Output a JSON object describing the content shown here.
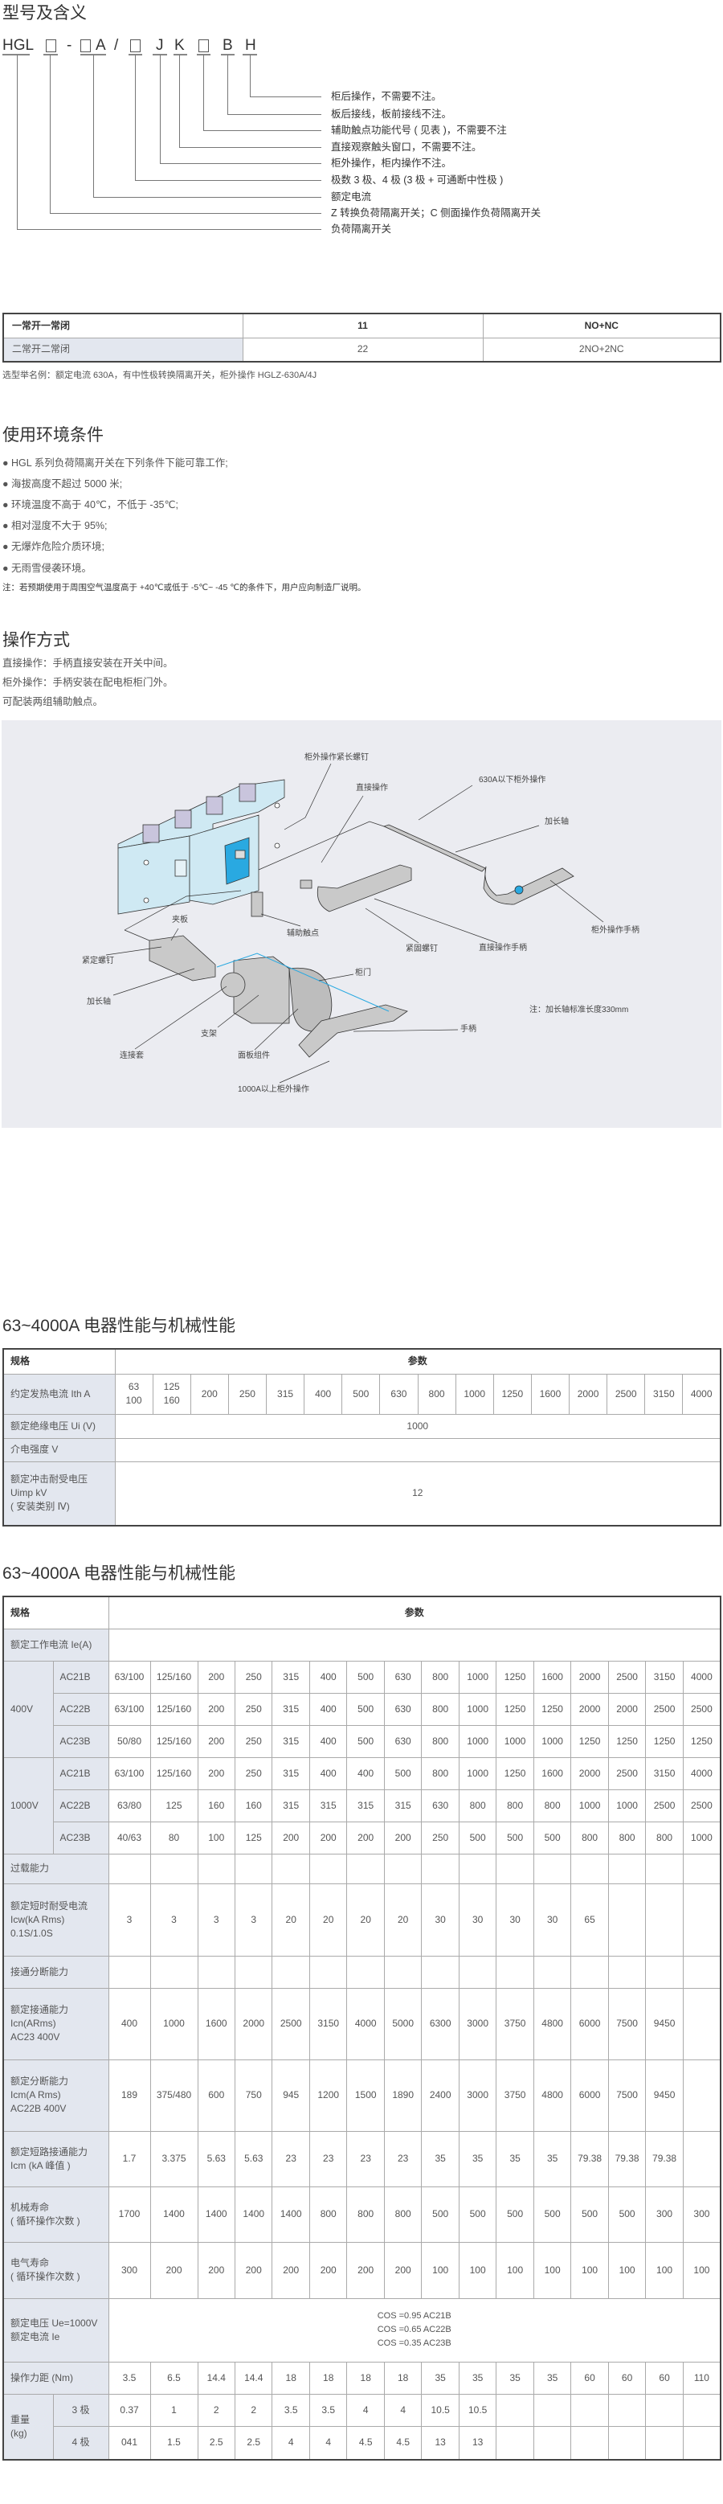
{
  "model": {
    "title": "型号及含义",
    "code": [
      "HGL",
      "□",
      "-",
      "□",
      "A",
      "/",
      "□",
      "J",
      "K",
      "□",
      "B",
      "H"
    ],
    "meanings": [
      "柜后操作，不需要不注。",
      "板后接线，板前接线不注。",
      "辅助触点功能代号 ( 见表 )，不需要不注",
      "直接观察触头窗口，不需要不注。",
      "柜外操作，柜内操作不注。",
      "极数 3 极、4 极 (3 极 + 可通断中性极 )",
      "额定电流",
      "Z 转换负荷隔离开关；C 侧面操作负荷隔离开关",
      "负荷隔离开关"
    ]
  },
  "aux_table": {
    "rows": [
      [
        "一常开一常闭",
        "11",
        "NO+NC"
      ],
      [
        "二常开二常闭",
        "22",
        "2NO+2NC"
      ]
    ],
    "note": "选型举名例：额定电流 630A，有中性极转换隔离开关，柜外操作 HGLZ-630A/4J"
  },
  "environment": {
    "title": "使用环境条件",
    "items": [
      "HGL 系列负荷隔离开关在下列条件下能可靠工作;",
      "海拔高度不超过 5000 米;",
      "环境温度不高于 40℃，不低于 -35℃;",
      "相对湿度不大于 95%;",
      "无爆炸危险介质环境;",
      "无雨雪侵袭环境。"
    ],
    "note": "注：若预期使用于周围空气温度高于 +40℃或低于 -5℃~ -45 ℃的条件下，用户应向制造厂说明。"
  },
  "operation": {
    "title": "操作方式",
    "lines": [
      "直接操作：手柄直接安装在开关中间。",
      "柜外操作：手柄安装在配电柜柜门外。",
      "可配装两组辅助触点。"
    ]
  },
  "diagram": {
    "labels": {
      "screw_long": "柜外操作紧长螺钉",
      "direct_op": "直接操作",
      "below630": "630A以下柜外操作",
      "ext_shaft": "加长轴",
      "clamp": "夹板",
      "aux_contact": "辅助触点",
      "ext_handle": "柜外操作手柄",
      "fix_screw": "紧固螺钉",
      "direct_handle": "直接操作手柄",
      "set_screw": "紧定螺钉",
      "door": "柜门",
      "ext_shaft2": "加长轴",
      "note": "注：加长轴标准长度330mm",
      "handle": "手柄",
      "bracket": "支架",
      "coupling": "连接套",
      "panel": "面板组件",
      "above1000": "1000A以上柜外操作"
    },
    "colors": {
      "body": "#cfe9f3",
      "terminal": "#c9c5dd",
      "part": "#c9c9c9",
      "accent": "#29a9e1",
      "bg": "#ebecf1"
    }
  },
  "perf1": {
    "title": "63~4000A 电器性能与机械性能",
    "header": [
      "规格",
      "参数"
    ],
    "ith_label": "约定发热电流 Ith A",
    "ith": [
      "63\n100",
      "125\n160",
      "200",
      "250",
      "315",
      "400",
      "500",
      "630",
      "800",
      "1000",
      "1250",
      "1600",
      "2000",
      "2500",
      "3150",
      "4000"
    ],
    "ui_label": "额定绝缘电压 Ui (V)",
    "ui": "1000",
    "diel_label": "介电强度 V",
    "diel": "",
    "uimp_label": "额定冲击耐受电压\nUimp kV\n( 安装类别 Ⅳ)",
    "uimp": "12"
  },
  "perf2": {
    "title": "63~4000A 电器性能与机械性能",
    "header": [
      "规格",
      "参数"
    ],
    "ie_label": "额定工作电流 Ie(A)",
    "groups": [
      {
        "voltage": "400V",
        "rows": [
          {
            "cat": "AC21B",
            "v": [
              "63/100",
              "125/160",
              "200",
              "250",
              "315",
              "400",
              "500",
              "630",
              "800",
              "1000",
              "1250",
              "1600",
              "2000",
              "2500",
              "3150",
              "4000"
            ]
          },
          {
            "cat": "AC22B",
            "v": [
              "63/100",
              "125/160",
              "200",
              "250",
              "315",
              "400",
              "500",
              "630",
              "800",
              "1000",
              "1250",
              "1250",
              "2000",
              "2000",
              "2500",
              "2500"
            ]
          },
          {
            "cat": "AC23B",
            "v": [
              "50/80",
              "125/160",
              "200",
              "250",
              "315",
              "400",
              "500",
              "630",
              "800",
              "1000",
              "1000",
              "1000",
              "1250",
              "1250",
              "1250",
              "1250"
            ]
          }
        ]
      },
      {
        "voltage": "1000V",
        "rows": [
          {
            "cat": "AC21B",
            "v": [
              "63/100",
              "125/160",
              "200",
              "250",
              "315",
              "400",
              "400",
              "500",
              "800",
              "1000",
              "1250",
              "1600",
              "2000",
              "2500",
              "3150",
              "4000"
            ]
          },
          {
            "cat": "AC22B",
            "v": [
              "63/80",
              "125",
              "160",
              "160",
              "315",
              "315",
              "315",
              "315",
              "630",
              "800",
              "800",
              "800",
              "1000",
              "1000",
              "2500",
              "2500"
            ]
          },
          {
            "cat": "AC23B",
            "v": [
              "40/63",
              "80",
              "100",
              "125",
              "200",
              "200",
              "200",
              "200",
              "250",
              "500",
              "500",
              "500",
              "800",
              "800",
              "800",
              "1000"
            ]
          }
        ]
      }
    ],
    "rows": [
      {
        "label": "过载能力",
        "v": [
          "",
          "",
          "",
          "",
          "",
          "",
          "",
          "",
          "",
          "",
          "",
          "",
          "",
          "",
          "",
          ""
        ],
        "h": 37
      },
      {
        "label": "额定短时耐受电流\nIcw(kA Rms)\n0.1S/1.0S",
        "v": [
          "3",
          "3",
          "3",
          "3",
          "20",
          "20",
          "20",
          "20",
          "30",
          "30",
          "30",
          "30",
          "65",
          "",
          "",
          ""
        ],
        "h": 90
      },
      {
        "label": "接通分断能力",
        "v": [
          "",
          "",
          "",
          "",
          "",
          "",
          "",
          "",
          "",
          "",
          "",
          "",
          "",
          "",
          "",
          ""
        ],
        "h": 40
      },
      {
        "label": "额定接通能力\nIcn(ARms)\nAC23 400V",
        "v": [
          "400",
          "1000",
          "1600",
          "2000",
          "2500",
          "3150",
          "4000",
          "5000",
          "6300",
          "3000",
          "3750",
          "4800",
          "6000",
          "7500",
          "9450",
          ""
        ],
        "h": 89
      },
      {
        "label": "额定分断能力\nIcm(A Rms)\nAC22B 400V",
        "v": [
          "189",
          "375/480",
          "600",
          "750",
          "945",
          "1200",
          "1500",
          "1890",
          "2400",
          "3000",
          "3750",
          "4800",
          "6000",
          "7500",
          "9450",
          ""
        ],
        "h": 89
      },
      {
        "label": "额定短路接通能力\nIcm (kA 峰值 )",
        "v": [
          "1.7",
          "3.375",
          "5.63",
          "5.63",
          "23",
          "23",
          "23",
          "23",
          "35",
          "35",
          "35",
          "35",
          "79.38",
          "79.38",
          "79.38",
          ""
        ],
        "h": 69
      },
      {
        "label": "机械寿命\n( 循环操作次数 )",
        "v": [
          "1700",
          "1400",
          "1400",
          "1400",
          "1400",
          "800",
          "800",
          "800",
          "500",
          "500",
          "500",
          "500",
          "500",
          "500",
          "300",
          "300"
        ],
        "h": 69
      },
      {
        "label": "电气寿命\n( 循环操作次数 )",
        "v": [
          "300",
          "200",
          "200",
          "200",
          "200",
          "200",
          "200",
          "200",
          "100",
          "100",
          "100",
          "100",
          "100",
          "100",
          "100",
          "100"
        ],
        "h": 70
      }
    ],
    "cos_label": "额定电压 Ue=1000V\n额定电流 Ie",
    "cos": "COS =0.95 AC21B\nCOS =0.65 AC22B\nCOS =0.35 AC23B",
    "torque_label": "操作力距 (Nm)",
    "torque": [
      "3.5",
      "6.5",
      "14.4",
      "14.4",
      "18",
      "18",
      "18",
      "18",
      "35",
      "35",
      "35",
      "35",
      "60",
      "60",
      "60",
      "110"
    ],
    "weight_label": "重量\n(kg)",
    "weights": [
      {
        "poles": "3 极",
        "v": [
          "0.37",
          "1",
          "2",
          "2",
          "3.5",
          "3.5",
          "4",
          "4",
          "10.5",
          "10.5",
          "",
          "",
          "",
          "",
          "",
          ""
        ]
      },
      {
        "poles": "4 极",
        "v": [
          "041",
          "1.5",
          "2.5",
          "2.5",
          "4",
          "4",
          "4.5",
          "4.5",
          "13",
          "13",
          "",
          "",
          "",
          "",
          "",
          ""
        ]
      }
    ]
  }
}
